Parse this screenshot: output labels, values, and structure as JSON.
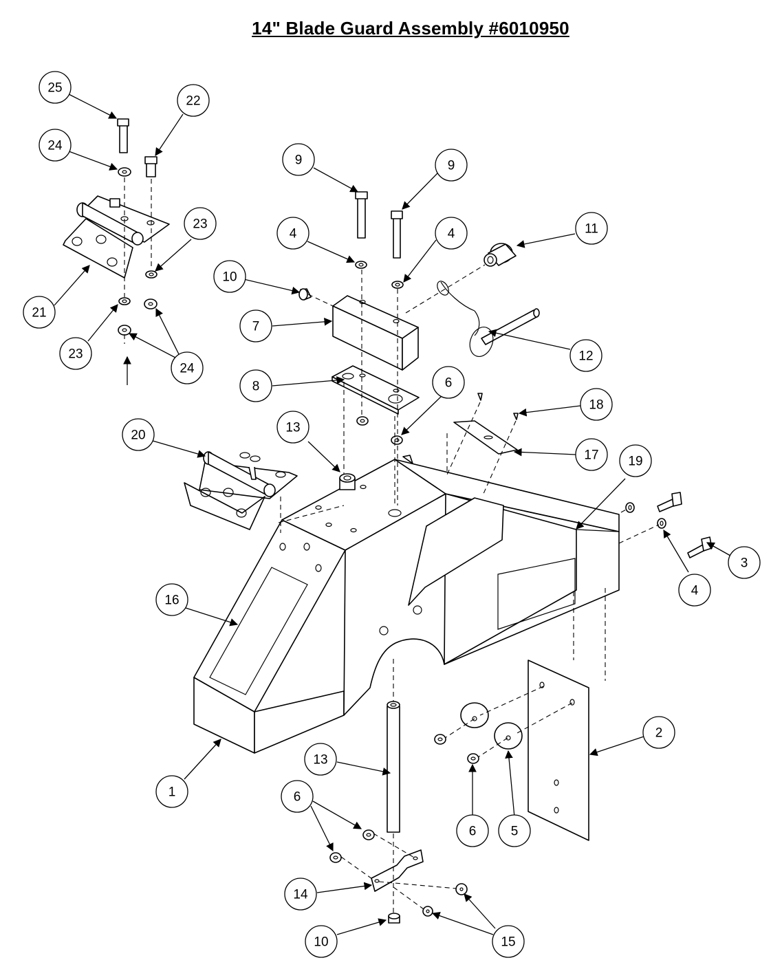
{
  "title": "14\" Blade Guard Assembly #6010950",
  "callouts": [
    "25",
    "22",
    "24",
    "9",
    "9",
    "23",
    "4",
    "4",
    "11",
    "10",
    "21",
    "7",
    "23",
    "24",
    "12",
    "8",
    "6",
    "18",
    "20",
    "13",
    "17",
    "19",
    "3",
    "4",
    "16",
    "2",
    "13",
    "1",
    "6",
    "6",
    "5",
    "14",
    "15",
    "10"
  ]
}
